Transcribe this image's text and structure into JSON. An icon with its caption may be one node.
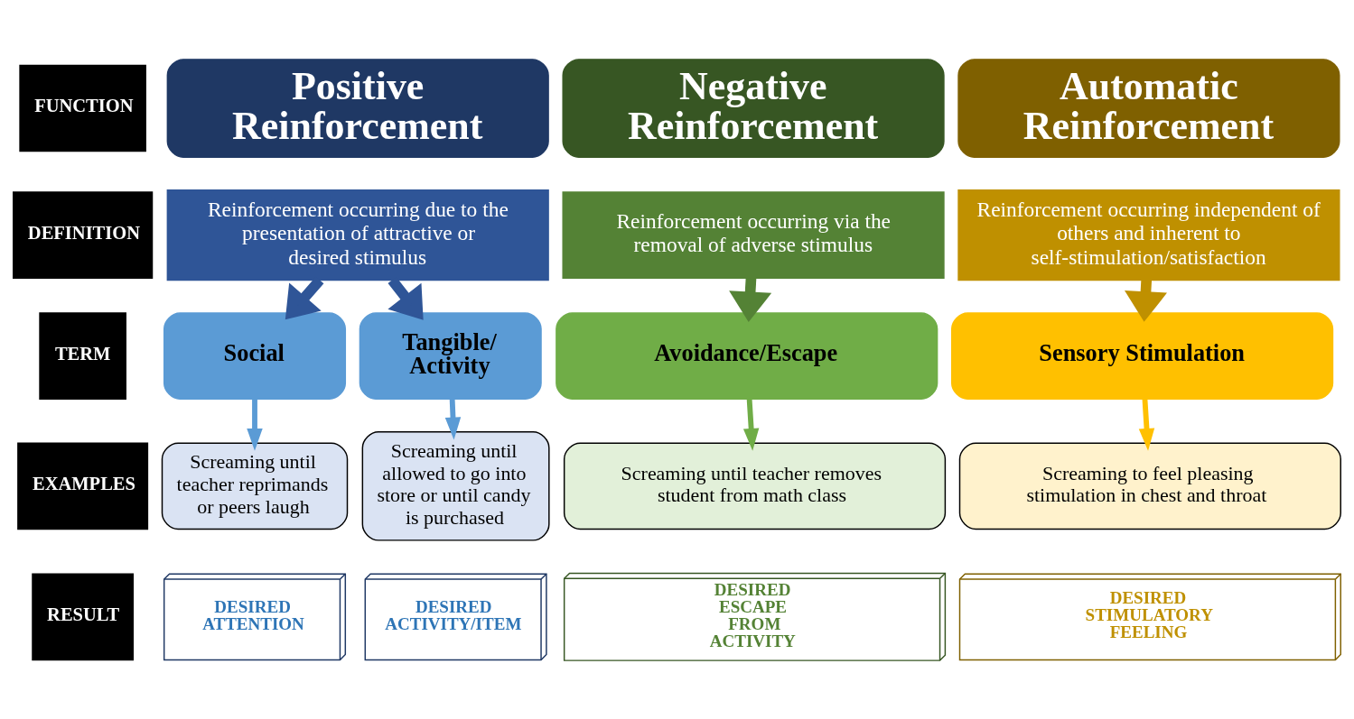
{
  "diagram": {
    "nodes": [
      {
        "text": [
          "FUNCTION"
        ]
      },
      {
        "text": [
          "Positive Reinforcement"
        ]
      },
      {
        "text": [
          "Negative Reinforcement"
        ]
      },
      {
        "text": [
          "Automatic Reinforcement"
        ]
      },
      {
        "text": [
          "DEFINITION"
        ]
      },
      {
        "text": [
          "Reinforcement occurring due to the presentation of attractive or desired stimulus"
        ]
      },
      {
        "text": [
          "Reinforcement occurring via the removal of adverse stimulus"
        ]
      },
      {
        "text": [
          "Reinforcement occurring independent of others and inherent to self-stimulation/satisfaction"
        ]
      },
      {
        "text": [
          "TERM"
        ]
      },
      {
        "text": [
          "Social"
        ]
      },
      {
        "text": [
          "Tangible/ Activity"
        ]
      },
      {
        "text": [
          "Avoidance/Escape"
        ]
      },
      {
        "text": [
          "Sensory Stimulation"
        ]
      },
      {
        "text": [
          "EXAMPLES"
        ]
      },
      {
        "text": [
          "Screaming until teacher reprimands or peers laugh"
        ]
      },
      {
        "text": [
          "Screaming until allowed to go into store or until candy is purchased"
        ]
      },
      {
        "text": [
          "Screaming until teacher removes student from math class"
        ]
      },
      {
        "text": [
          "Screaming to feel pleasing stimulation in chest and throat"
        ]
      },
      {
        "text": [
          "RESULT"
        ]
      },
      {
        "text": [
          "DESIRED ATTENTION"
        ]
      },
      {
        "text": [
          "DESIRED ACTIVITY/ITEM"
        ]
      },
      {
        "text": [
          "DESIRED ESCAPE FROM ACTIVITY"
        ]
      },
      {
        "text": [
          "DESIRED STIMULATORY FEELING"
        ]
      }
    ],
    "edges": [
      {
        "from": 5,
        "to": 9,
        "arrow": "to",
        "style": "thick",
        "color": "#2f5597"
      },
      {
        "from": 5,
        "to": 10,
        "arrow": "to",
        "style": "thick",
        "color": "#2f5597"
      },
      {
        "from": 6,
        "to": 11,
        "arrow": "to",
        "style": "thick",
        "color": "#548235"
      },
      {
        "from": 7,
        "to": 12,
        "arrow": "to",
        "style": "thick",
        "color": "#bf9000"
      },
      {
        "from": 9,
        "to": 14,
        "arrow": "to",
        "color": "#5b9bd5"
      },
      {
        "from": 10,
        "to": 15,
        "arrow": "to",
        "color": "#5b9bd5"
      },
      {
        "from": 11,
        "to": 16,
        "arrow": "to",
        "color": "#70ad47"
      },
      {
        "from": 12,
        "to": 17,
        "arrow": "to",
        "color": "#ffc000"
      }
    ]
  }
}
